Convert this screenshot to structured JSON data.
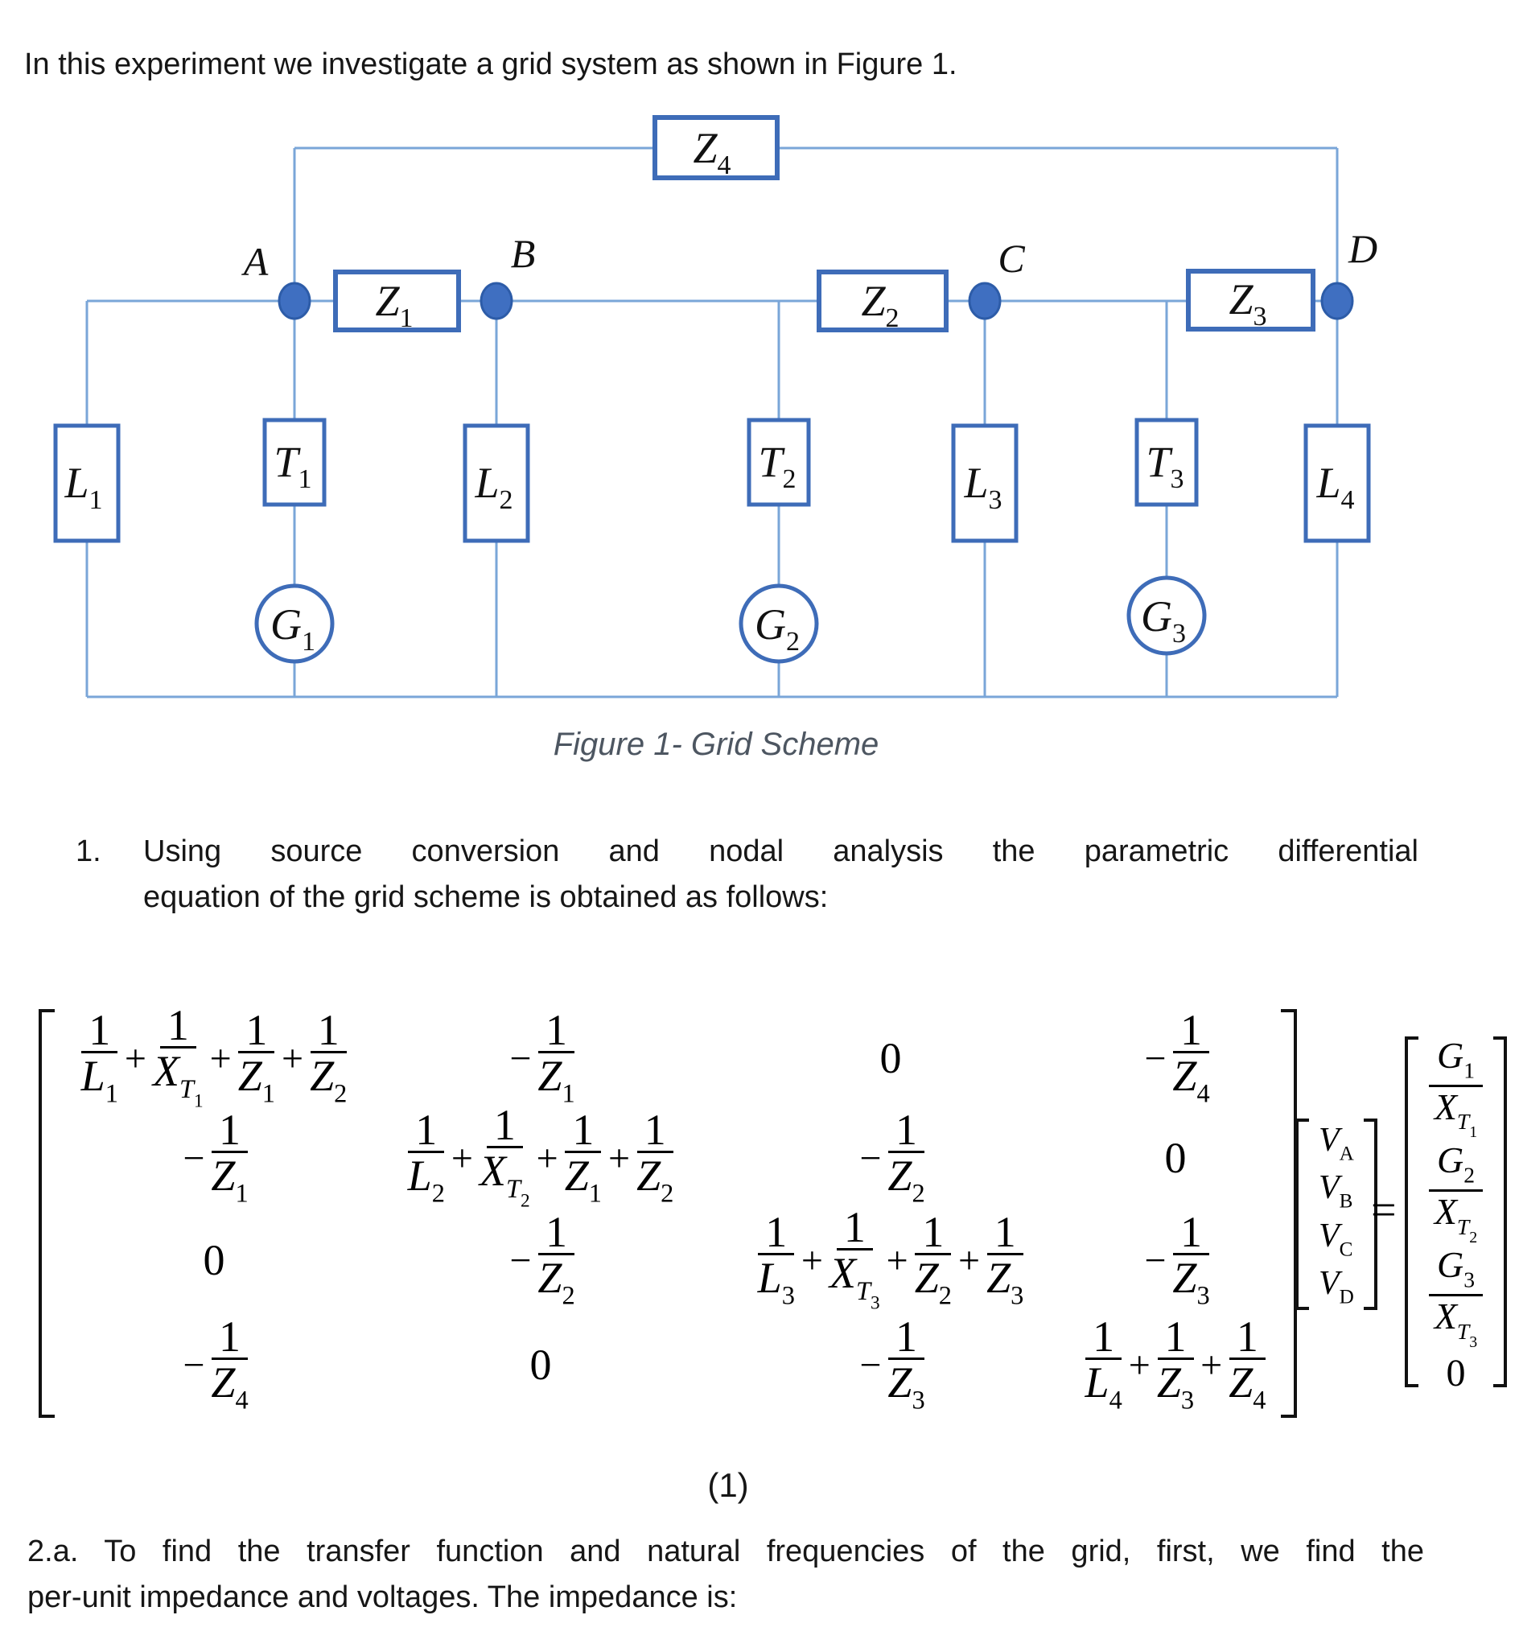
{
  "page": {
    "intro": "In this experiment we investigate a grid system as shown in Figure 1.",
    "item1": {
      "number": "1.",
      "line1": "Using source conversion and  nodal analysis the parametric differential",
      "line2": "equation of the grid scheme is obtained as follows:"
    },
    "equation_number": "(1)",
    "para2": {
      "line1": "2.a. To find the transfer function and natural frequencies of the grid, first, we find the",
      "line2": "per-unit impedance and voltages. The impedance is:"
    }
  },
  "figure": {
    "caption": "Figure 1- Grid Scheme",
    "colors": {
      "wire": "#7aa6d8",
      "box": "#3e6cb8",
      "nodeFill": "#3f6fc1",
      "nodeBorder": "#2d5ca8",
      "caption": "#4d5661"
    },
    "labels": {
      "A": {
        "m": "A"
      },
      "B": {
        "m": "B"
      },
      "C": {
        "m": "C"
      },
      "D": {
        "m": "D"
      },
      "Z1": {
        "m": "Z",
        "s": "1"
      },
      "Z2": {
        "m": "Z",
        "s": "2"
      },
      "Z3": {
        "m": "Z",
        "s": "3"
      },
      "Z4": {
        "m": "Z",
        "s": "4"
      },
      "L1": {
        "m": "L",
        "s": "1"
      },
      "L2": {
        "m": "L",
        "s": "2"
      },
      "L3": {
        "m": "L",
        "s": "3"
      },
      "L4": {
        "m": "L",
        "s": "4"
      },
      "T1": {
        "m": "T",
        "s": "1"
      },
      "T2": {
        "m": "T",
        "s": "2"
      },
      "T3": {
        "m": "T",
        "s": "3"
      },
      "G1": {
        "m": "G",
        "s": "1"
      },
      "G2": {
        "m": "G",
        "s": "2"
      },
      "G3": {
        "m": "G",
        "s": "3"
      }
    }
  },
  "equation": {
    "matrix": [
      [
        {
          "terms": [
            [
              "1",
              "L",
              "1"
            ],
            [
              "1",
              "X",
              "T",
              "1"
            ],
            [
              "1",
              "Z",
              "1"
            ],
            [
              "1",
              "Z",
              "2"
            ]
          ]
        },
        {
          "neg": true,
          "terms": [
            [
              "1",
              "Z",
              "1"
            ]
          ]
        },
        {
          "zero": "0"
        },
        {
          "neg": true,
          "terms": [
            [
              "1",
              "Z",
              "4"
            ]
          ]
        }
      ],
      [
        {
          "neg": true,
          "terms": [
            [
              "1",
              "Z",
              "1"
            ]
          ]
        },
        {
          "terms": [
            [
              "1",
              "L",
              "2"
            ],
            [
              "1",
              "X",
              "T",
              "2"
            ],
            [
              "1",
              "Z",
              "1"
            ],
            [
              "1",
              "Z",
              "2"
            ]
          ]
        },
        {
          "neg": true,
          "terms": [
            [
              "1",
              "Z",
              "2"
            ]
          ]
        },
        {
          "zero": "0"
        }
      ],
      [
        {
          "zero": "0"
        },
        {
          "neg": true,
          "terms": [
            [
              "1",
              "Z",
              "2"
            ]
          ]
        },
        {
          "terms": [
            [
              "1",
              "L",
              "3"
            ],
            [
              "1",
              "X",
              "T",
              "3"
            ],
            [
              "1",
              "Z",
              "2"
            ],
            [
              "1",
              "Z",
              "3"
            ]
          ]
        },
        {
          "neg": true,
          "terms": [
            [
              "1",
              "Z",
              "3"
            ]
          ]
        }
      ],
      [
        {
          "neg": true,
          "terms": [
            [
              "1",
              "Z",
              "4"
            ]
          ]
        },
        {
          "zero": "0"
        },
        {
          "neg": true,
          "terms": [
            [
              "1",
              "Z",
              "3"
            ]
          ]
        },
        {
          "terms": [
            [
              "1",
              "L",
              "4"
            ],
            [
              "1",
              "Z",
              "3"
            ],
            [
              "1",
              "Z",
              "4"
            ]
          ]
        }
      ]
    ],
    "v_vector": [
      {
        "m": "V",
        "s": "A"
      },
      {
        "m": "V",
        "s": "B"
      },
      {
        "m": "V",
        "s": "C"
      },
      {
        "m": "V",
        "s": "D"
      }
    ],
    "equals": "=",
    "rhs": [
      {
        "frac": {
          "num": [
            "G",
            "1"
          ],
          "den": [
            "X",
            "T",
            "1"
          ]
        }
      },
      {
        "frac": {
          "num": [
            "G",
            "2"
          ],
          "den": [
            "X",
            "T",
            "2"
          ]
        }
      },
      {
        "frac": {
          "num": [
            "G",
            "3"
          ],
          "den": [
            "X",
            "T",
            "3"
          ]
        }
      },
      {
        "zero": "0"
      }
    ]
  }
}
